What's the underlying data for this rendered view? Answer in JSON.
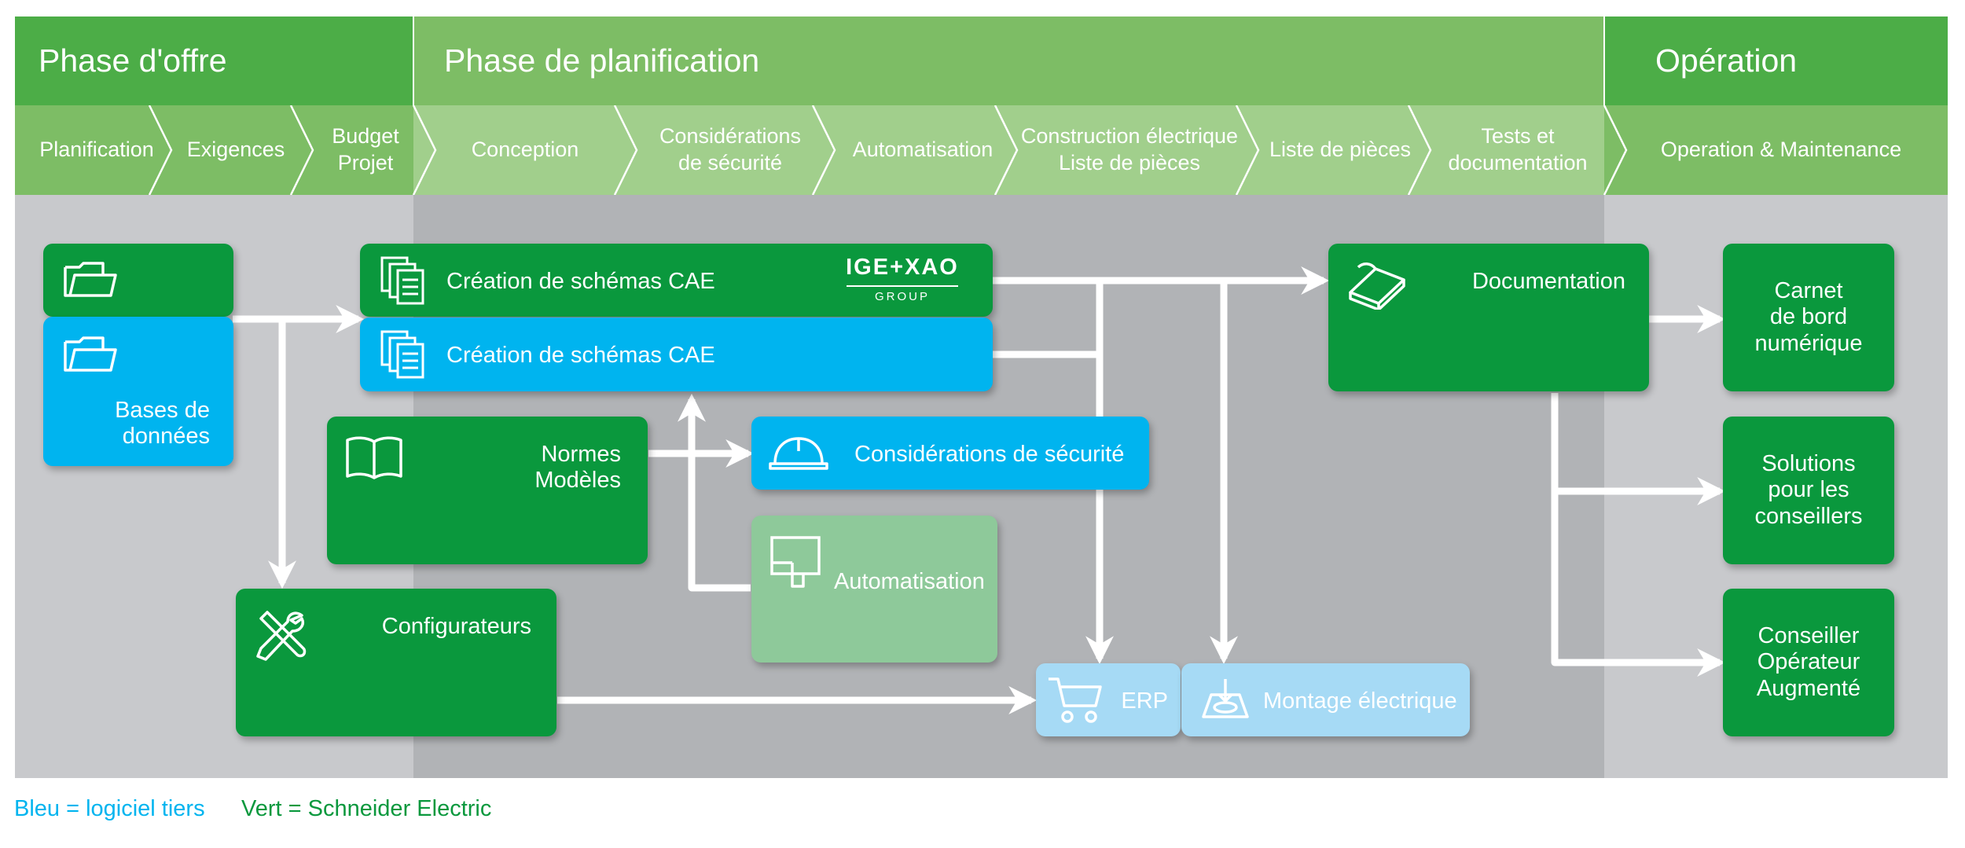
{
  "phases": [
    {
      "label": "Phase d'offre"
    },
    {
      "label": "Phase de planification"
    },
    {
      "label": "Opération"
    }
  ],
  "steps": [
    {
      "label": "Planification"
    },
    {
      "label": "Exigences"
    },
    {
      "label": "Budget\nProjet"
    },
    {
      "label": "Conception"
    },
    {
      "label": "Considérations\nde sécurité"
    },
    {
      "label": "Automatisation"
    },
    {
      "label": "Construction électrique\nListe de pièces"
    },
    {
      "label": "Liste de pièces"
    },
    {
      "label": "Tests et\ndocumentation"
    },
    {
      "label": "Operation & Maintenance"
    }
  ],
  "boxes": {
    "folder_green": {
      "label": ""
    },
    "databases": {
      "label": "Bases de\ndonnées"
    },
    "cae_green": {
      "label": "Création de schémas CAE",
      "logo": "IGE+XAO",
      "logo_sub": "GROUP"
    },
    "cae_blue": {
      "label": "Création de schémas CAE"
    },
    "normes": {
      "label": "Normes\nModèles"
    },
    "securite": {
      "label": "Considérations de sécurité"
    },
    "automatisation": {
      "label": "Automatisation"
    },
    "configurateurs": {
      "label": "Configurateurs"
    },
    "erp": {
      "label": "ERP"
    },
    "montage": {
      "label": "Montage électrique"
    },
    "documentation": {
      "label": "Documentation"
    },
    "carnet": {
      "label": "Carnet\nde bord\nnumérique"
    },
    "solutions": {
      "label": "Solutions\npour les\nconseillers"
    },
    "conseiller": {
      "label": "Conseiller\nOpérateur\nAugmenté"
    }
  },
  "legend": {
    "blue_label": "Bleu = logiciel tiers",
    "green_label": "Vert = Schneider Electric"
  },
  "colors": {
    "phase_green": "#4cad47",
    "phase_mid": "#7dbd65",
    "se_green": "#0a983d",
    "third_party_blue": "#00b4ef",
    "light_green": "#8ec99a",
    "light_blue": "#a6daf5",
    "bg_grey_light": "#c8c9cc",
    "bg_grey_dark": "#b1b3b6"
  }
}
